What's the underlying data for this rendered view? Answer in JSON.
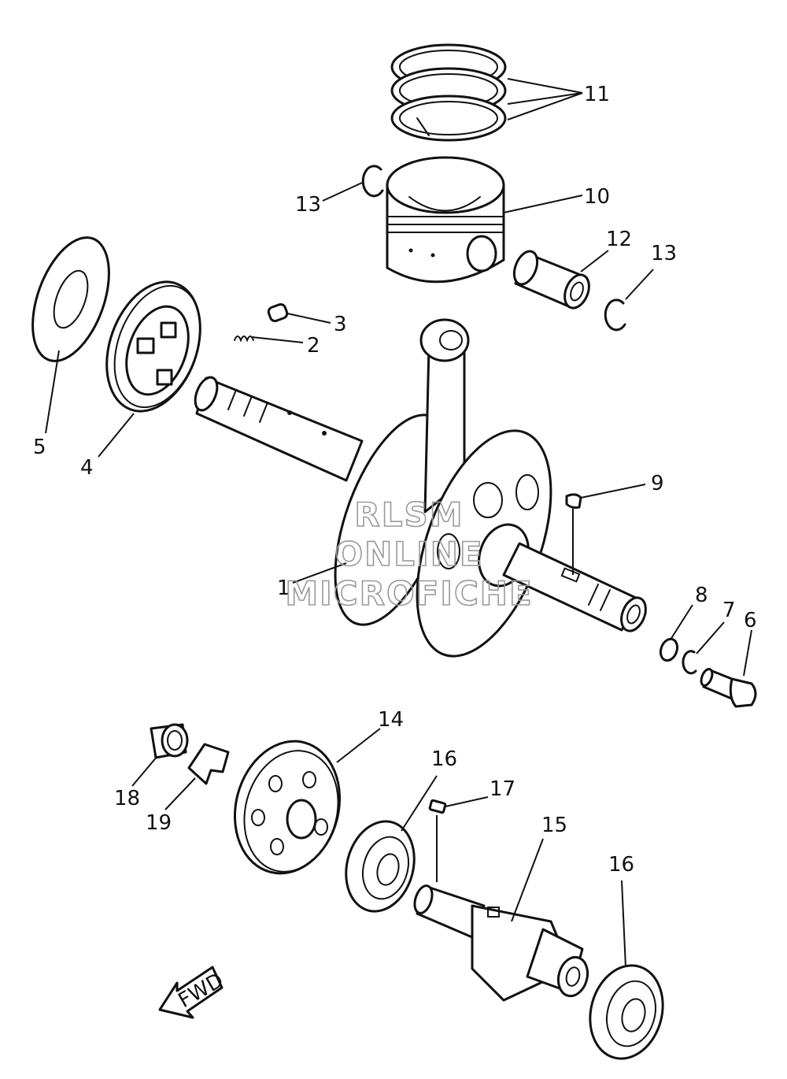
{
  "callouts": [
    {
      "id": "c1",
      "text": "1"
    },
    {
      "id": "c2",
      "text": "2"
    },
    {
      "id": "c3",
      "text": "3"
    },
    {
      "id": "c4",
      "text": "4"
    },
    {
      "id": "c5",
      "text": "5"
    },
    {
      "id": "c6",
      "text": "6"
    },
    {
      "id": "c7",
      "text": "7"
    },
    {
      "id": "c8",
      "text": "8"
    },
    {
      "id": "c9",
      "text": "9"
    },
    {
      "id": "c10",
      "text": "10"
    },
    {
      "id": "c11",
      "text": "11"
    },
    {
      "id": "c12",
      "text": "12"
    },
    {
      "id": "c13a",
      "text": "13"
    },
    {
      "id": "c13b",
      "text": "13"
    },
    {
      "id": "c14",
      "text": "14"
    },
    {
      "id": "c15",
      "text": "15"
    },
    {
      "id": "c16a",
      "text": "16"
    },
    {
      "id": "c16b",
      "text": "16"
    },
    {
      "id": "c17",
      "text": "17"
    },
    {
      "id": "c18",
      "text": "18"
    },
    {
      "id": "c19",
      "text": "19"
    }
  ],
  "fwd_label": "FWD",
  "watermark": [
    "RLSM",
    "ONLINE",
    "MICROFICHE"
  ]
}
